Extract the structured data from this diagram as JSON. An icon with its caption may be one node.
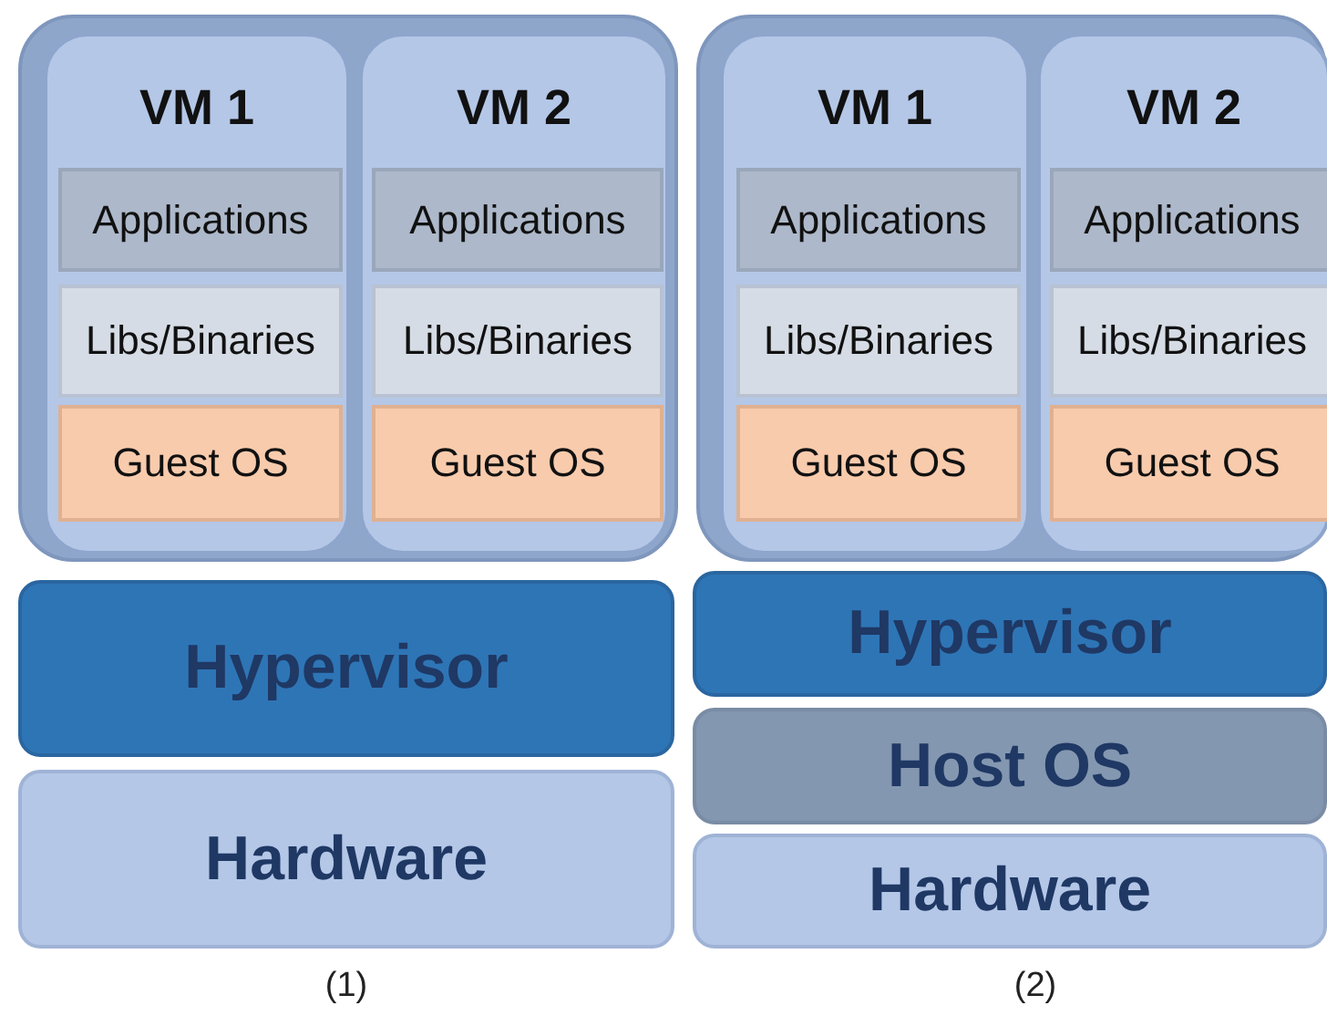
{
  "diagram": {
    "nodes": [
      {
        "text": [],
        "shape": "box"
      },
      {
        "text": [
          "VM 1"
        ],
        "in": 0
      },
      {
        "text": [
          "Applications"
        ],
        "in": 1
      },
      {
        "text": [
          "Libs/Binaries"
        ],
        "in": 1
      },
      {
        "text": [
          "Guest OS"
        ],
        "in": 1
      },
      {
        "text": [
          "VM 2"
        ],
        "in": 0
      },
      {
        "text": [
          "Applications"
        ],
        "in": 5
      },
      {
        "text": [
          "Libs/Binaries"
        ],
        "in": 5
      },
      {
        "text": [
          "Guest OS"
        ],
        "in": 5
      },
      {
        "text": [
          "Hypervisor"
        ]
      },
      {
        "text": [
          "Hardware"
        ]
      },
      {
        "text": [],
        "shape": "box"
      },
      {
        "text": [
          "VM 1"
        ],
        "in": 11
      },
      {
        "text": [
          "Applications"
        ],
        "in": 12
      },
      {
        "text": [
          "Libs/Binaries"
        ],
        "in": 12
      },
      {
        "text": [
          "Guest OS"
        ],
        "in": 12
      },
      {
        "text": [
          "VM 2"
        ],
        "in": 11
      },
      {
        "text": [
          "Applications"
        ],
        "in": 16
      },
      {
        "text": [
          "Libs/Binaries"
        ],
        "in": 16
      },
      {
        "text": [
          "Guest OS"
        ],
        "in": 16
      },
      {
        "text": [
          "Hypervisor"
        ]
      },
      {
        "text": [
          "Host OS"
        ]
      },
      {
        "text": [
          "Hardware"
        ]
      }
    ],
    "labels": [
      "(1)",
      "(2)"
    ]
  }
}
